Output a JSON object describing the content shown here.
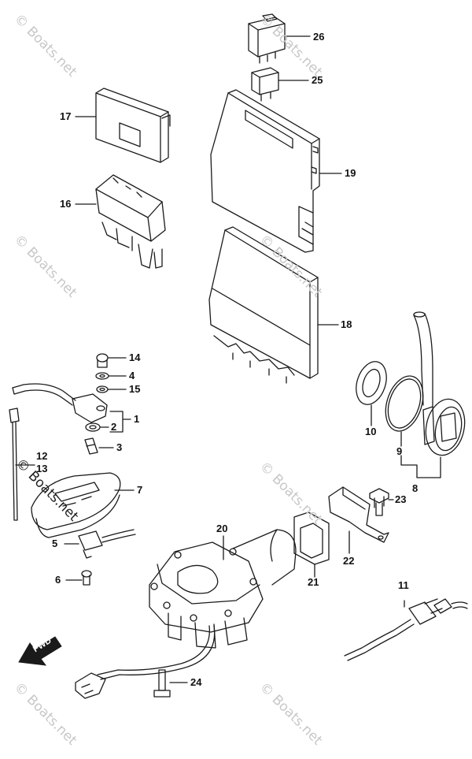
{
  "watermark": {
    "text": "© Boats.net"
  },
  "fwd_label": "FWD",
  "callouts": [
    {
      "id": "26",
      "label": "26"
    },
    {
      "id": "25",
      "label": "25"
    },
    {
      "id": "17",
      "label": "17"
    },
    {
      "id": "19",
      "label": "19"
    },
    {
      "id": "16",
      "label": "16"
    },
    {
      "id": "18",
      "label": "18"
    },
    {
      "id": "14",
      "label": "14"
    },
    {
      "id": "4",
      "label": "4"
    },
    {
      "id": "15",
      "label": "15"
    },
    {
      "id": "1",
      "label": "1"
    },
    {
      "id": "2",
      "label": "2"
    },
    {
      "id": "3",
      "label": "3"
    },
    {
      "id": "12",
      "label": "12"
    },
    {
      "id": "13",
      "label": "13"
    },
    {
      "id": "7",
      "label": "7"
    },
    {
      "id": "10",
      "label": "10"
    },
    {
      "id": "9",
      "label": "9"
    },
    {
      "id": "8",
      "label": "8"
    },
    {
      "id": "23",
      "label": "23"
    },
    {
      "id": "20",
      "label": "20"
    },
    {
      "id": "22",
      "label": "22"
    },
    {
      "id": "5",
      "label": "5"
    },
    {
      "id": "6",
      "label": "6"
    },
    {
      "id": "21",
      "label": "21"
    },
    {
      "id": "11",
      "label": "11"
    },
    {
      "id": "24",
      "label": "24"
    }
  ]
}
